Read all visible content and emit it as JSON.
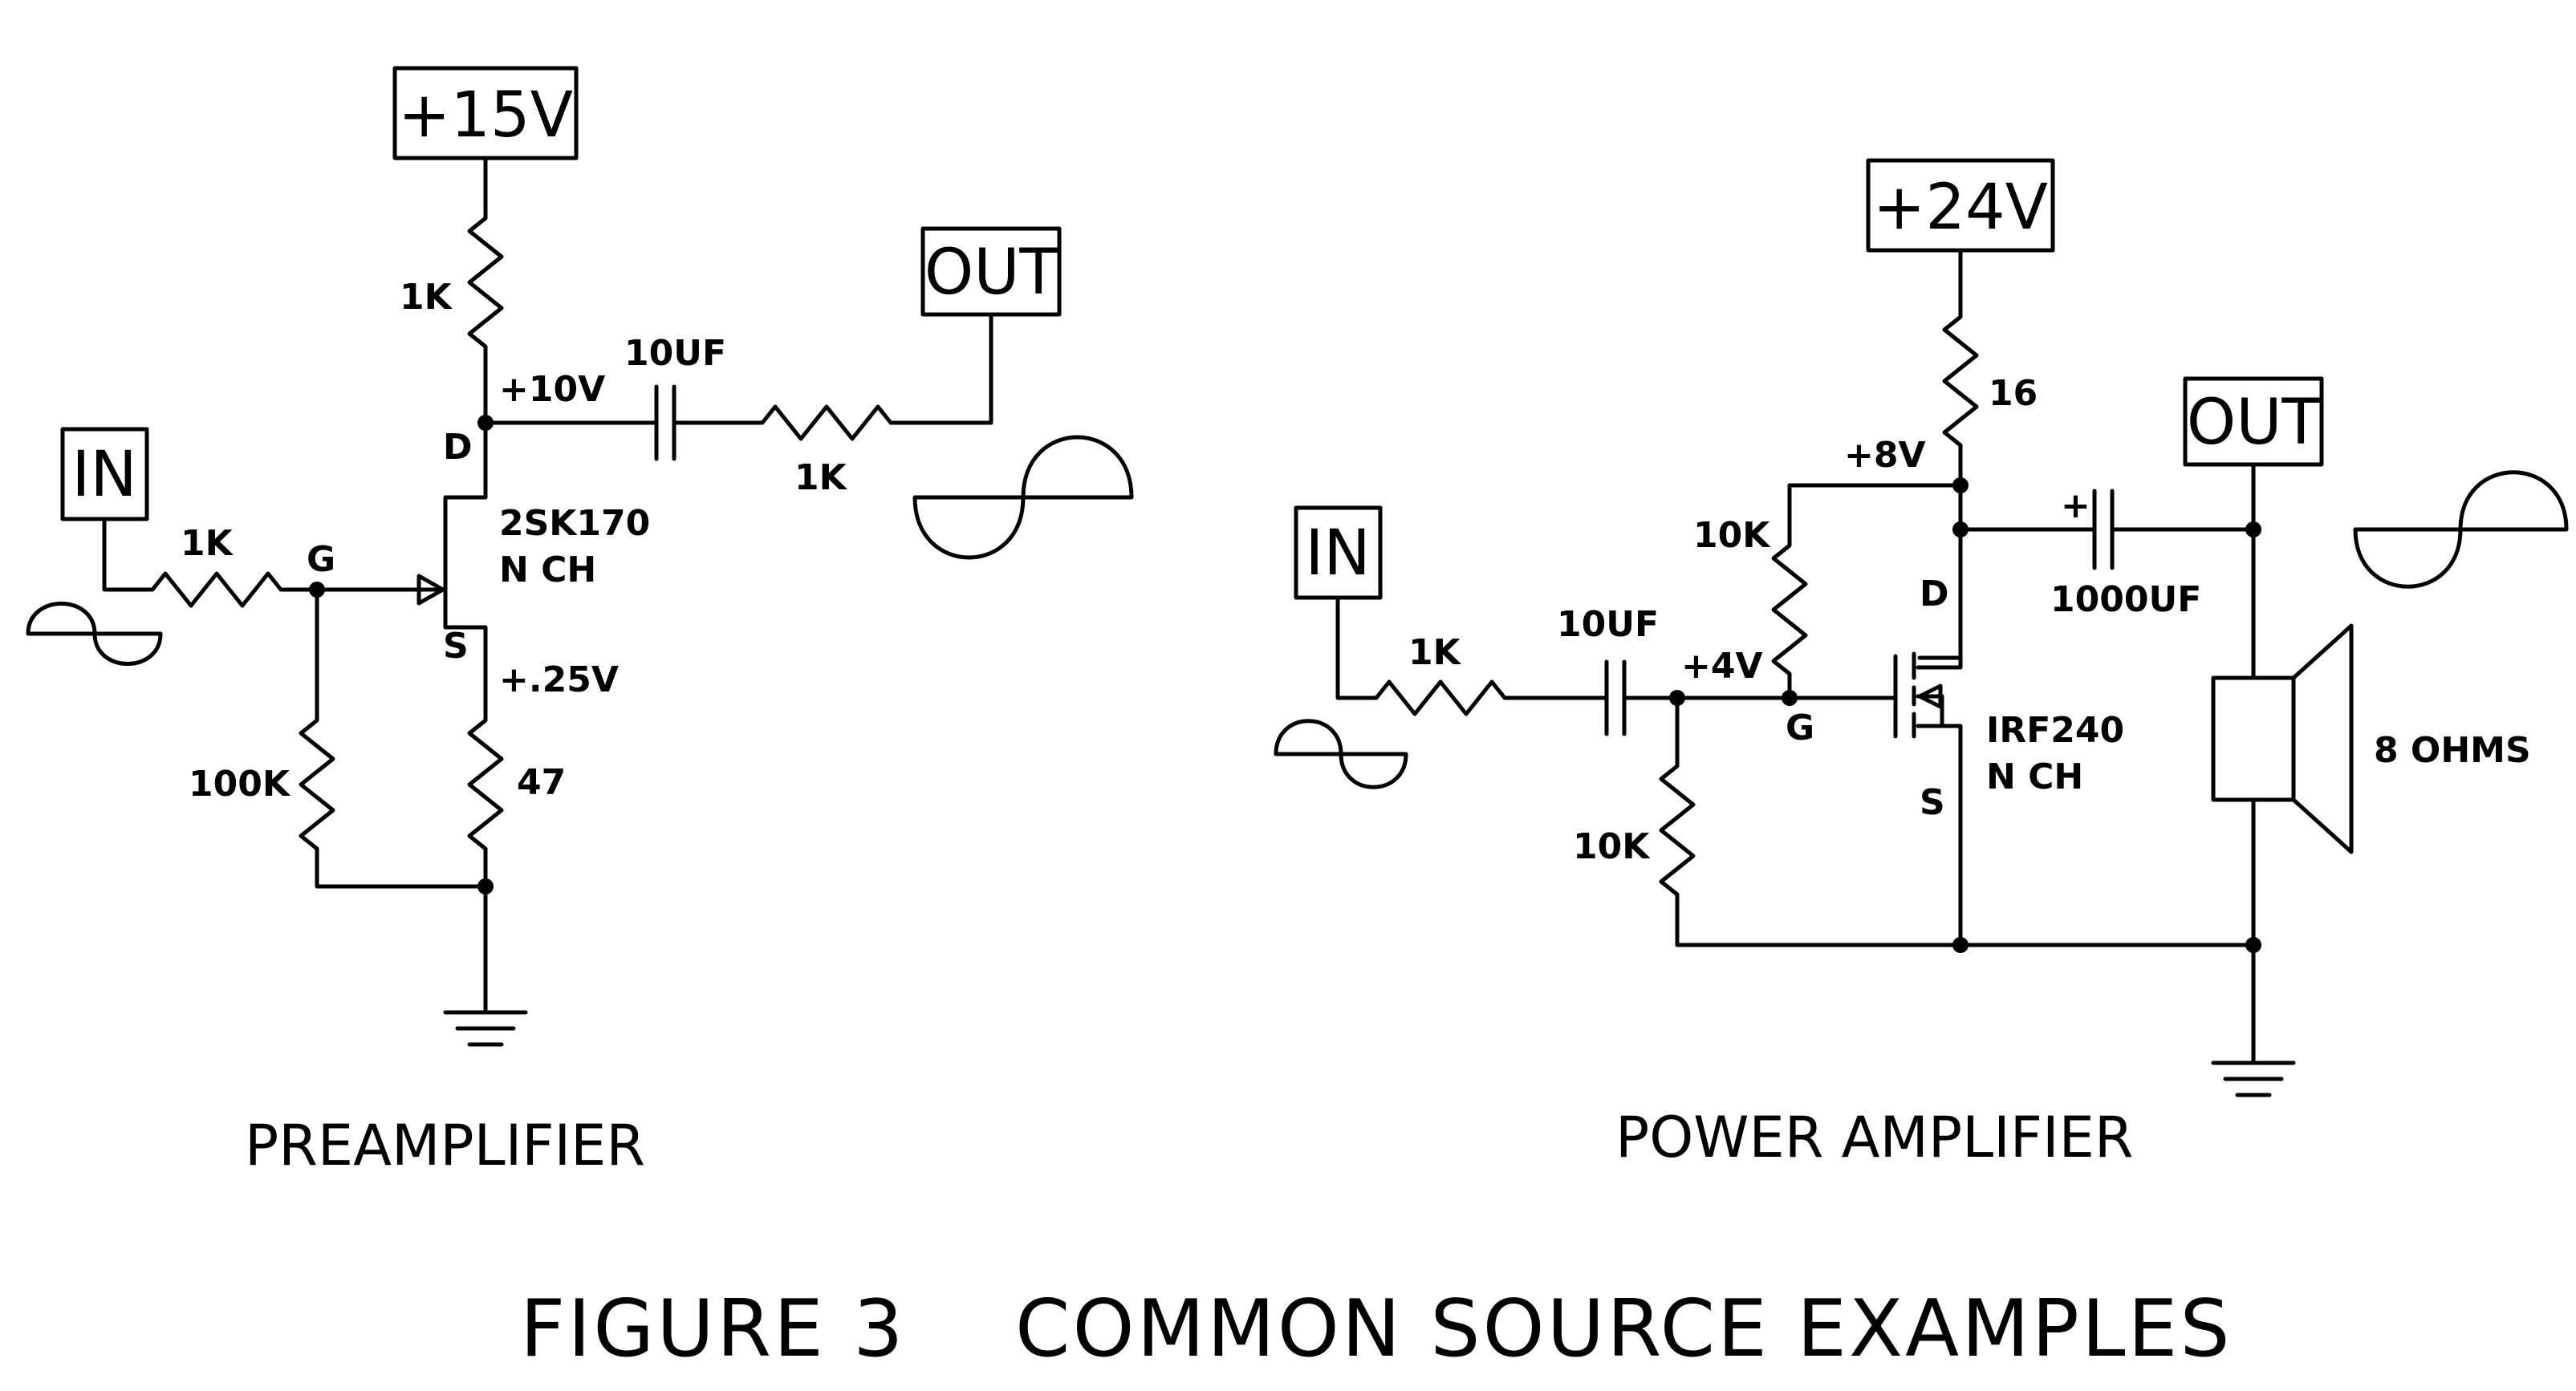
{
  "figure_title": "FIGURE 3    COMMON SOURCE EXAMPLES",
  "preamp": {
    "title": "PREAMPLIFIER",
    "supply": "+15V",
    "input": "IN",
    "output": "OUT",
    "r_in": "1K",
    "r_drain": "1K",
    "r_out": "1K",
    "r_gate": "100K",
    "r_source": "47",
    "cap": "10UF",
    "v_drain": "+10V",
    "v_source": "+.25V",
    "pin_d": "D",
    "pin_g": "G",
    "pin_s": "S",
    "part": "2SK170",
    "type": "N CH"
  },
  "power": {
    "title": "POWER AMPLIFIER",
    "supply": "+24V",
    "input": "IN",
    "output": "OUT",
    "r_in": "1K",
    "r_drain": "16",
    "r_bias_top": "10K",
    "r_bias_bot": "10K",
    "cap_in": "10UF",
    "cap_out": "1000UF",
    "cap_plus": "+",
    "v_drain": "+8V",
    "v_gate": "+4V",
    "pin_d": "D",
    "pin_g": "G",
    "pin_s": "S",
    "part": "IRF240",
    "type": "N CH",
    "speaker": "8 OHMS"
  }
}
